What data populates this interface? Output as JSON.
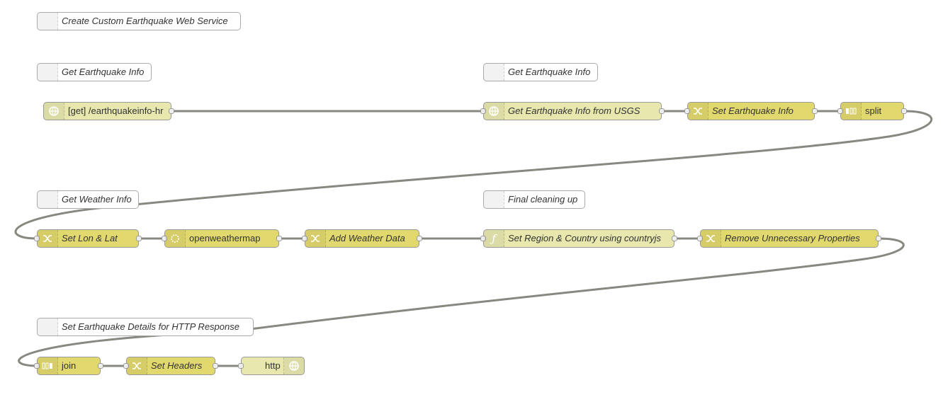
{
  "flow": {
    "comments": [
      {
        "id": "c-title",
        "label": "Create Custom Earthquake Web Service"
      },
      {
        "id": "c-get1",
        "label": "Get Earthquake Info"
      },
      {
        "id": "c-get2",
        "label": "Get Earthquake Info"
      },
      {
        "id": "c-weather",
        "label": "Get Weather Info"
      },
      {
        "id": "c-final",
        "label": "Final cleaning up"
      },
      {
        "id": "c-details",
        "label": "Set Earthquake Details for HTTP Response"
      }
    ],
    "nodes": [
      {
        "id": "n-httpin",
        "label": "[get] /earthquakeinfo-hr",
        "type": "http in",
        "icon": "globe-icon"
      },
      {
        "id": "n-usgs",
        "label": "Get Earthquake Info from USGS",
        "type": "http request",
        "icon": "globe-icon"
      },
      {
        "id": "n-set-eq",
        "label": "Set Earthquake Info",
        "type": "change",
        "icon": "shuffle-icon"
      },
      {
        "id": "n-split",
        "label": "split",
        "type": "split",
        "icon": "split-icon"
      },
      {
        "id": "n-lonlat",
        "label": "Set Lon & Lat",
        "type": "change",
        "icon": "shuffle-icon"
      },
      {
        "id": "n-owm",
        "label": "openweathermap",
        "type": "openweathermap",
        "icon": "sun-icon"
      },
      {
        "id": "n-addweather",
        "label": "Add Weather Data",
        "type": "change",
        "icon": "shuffle-icon"
      },
      {
        "id": "n-region",
        "label": "Set Region & Country using countryjs",
        "type": "function",
        "icon": "function-icon"
      },
      {
        "id": "n-remove",
        "label": "Remove Unnecessary Properties",
        "type": "change",
        "icon": "shuffle-icon"
      },
      {
        "id": "n-join",
        "label": "join",
        "type": "join",
        "icon": "join-icon"
      },
      {
        "id": "n-headers",
        "label": "Set Headers",
        "type": "change",
        "icon": "shuffle-icon"
      },
      {
        "id": "n-httpout",
        "label": "http",
        "type": "http response",
        "icon": "globe-icon"
      }
    ],
    "colors": {
      "function_node": "#E2D96E",
      "http_node": "#E7E7AE",
      "comment_node": "#ffffff",
      "wire": "#888880",
      "port": "#eeeeee"
    }
  }
}
